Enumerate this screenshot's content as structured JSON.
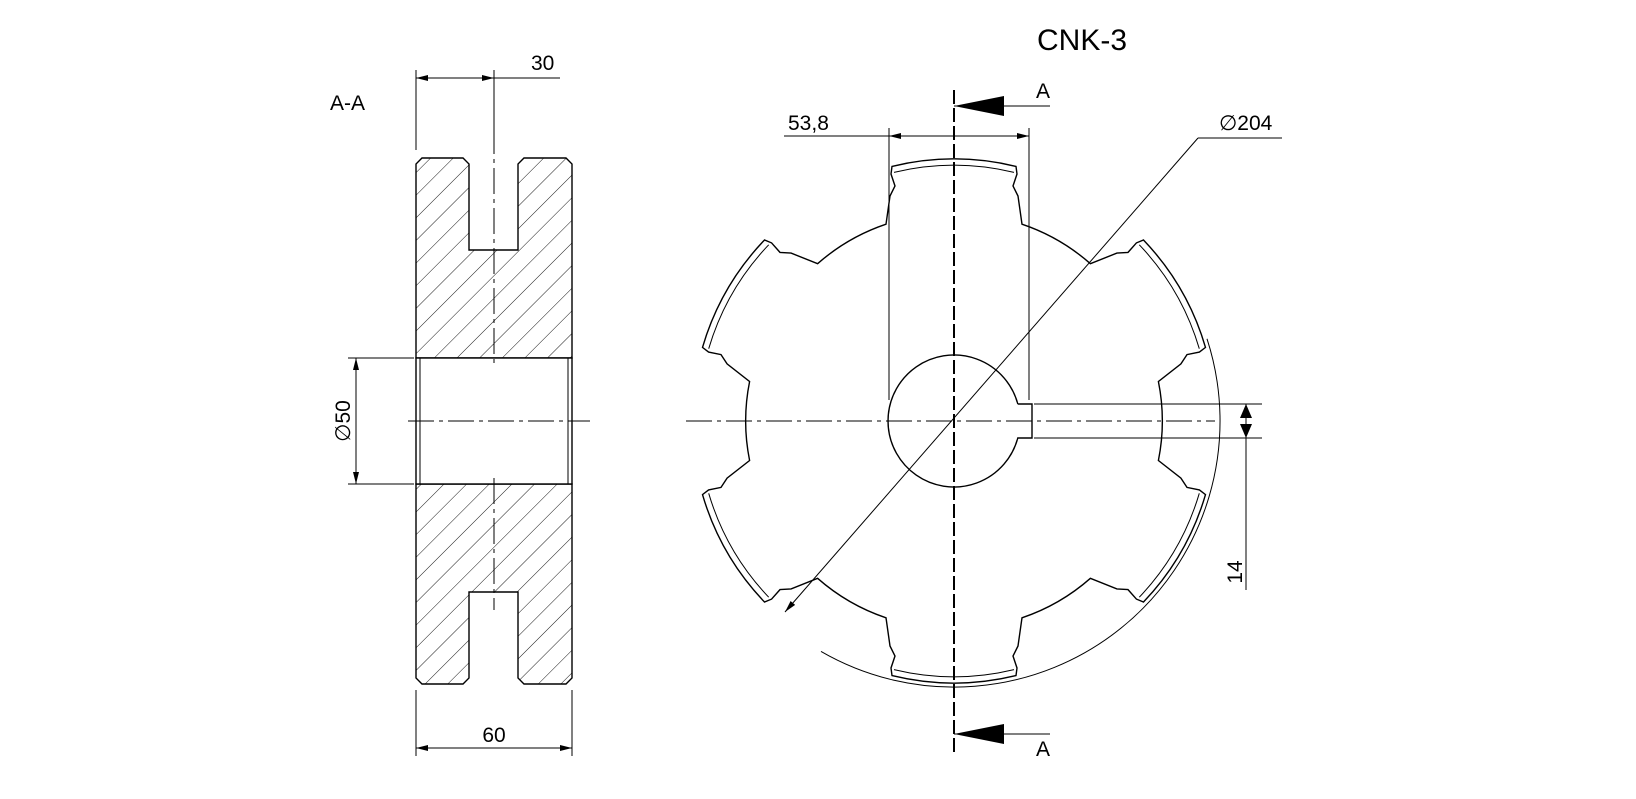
{
  "title": "CNK-3",
  "section_label": "A-A",
  "cut_marker_top": "A",
  "cut_marker_bottom": "A",
  "dimensions": {
    "slot_depth": "30",
    "width": "60",
    "bore": "∅50",
    "spline_width": "53,8",
    "outer_diameter": "∅204",
    "keyway": "14"
  },
  "colors": {
    "line": "#000000",
    "background": "#ffffff"
  }
}
